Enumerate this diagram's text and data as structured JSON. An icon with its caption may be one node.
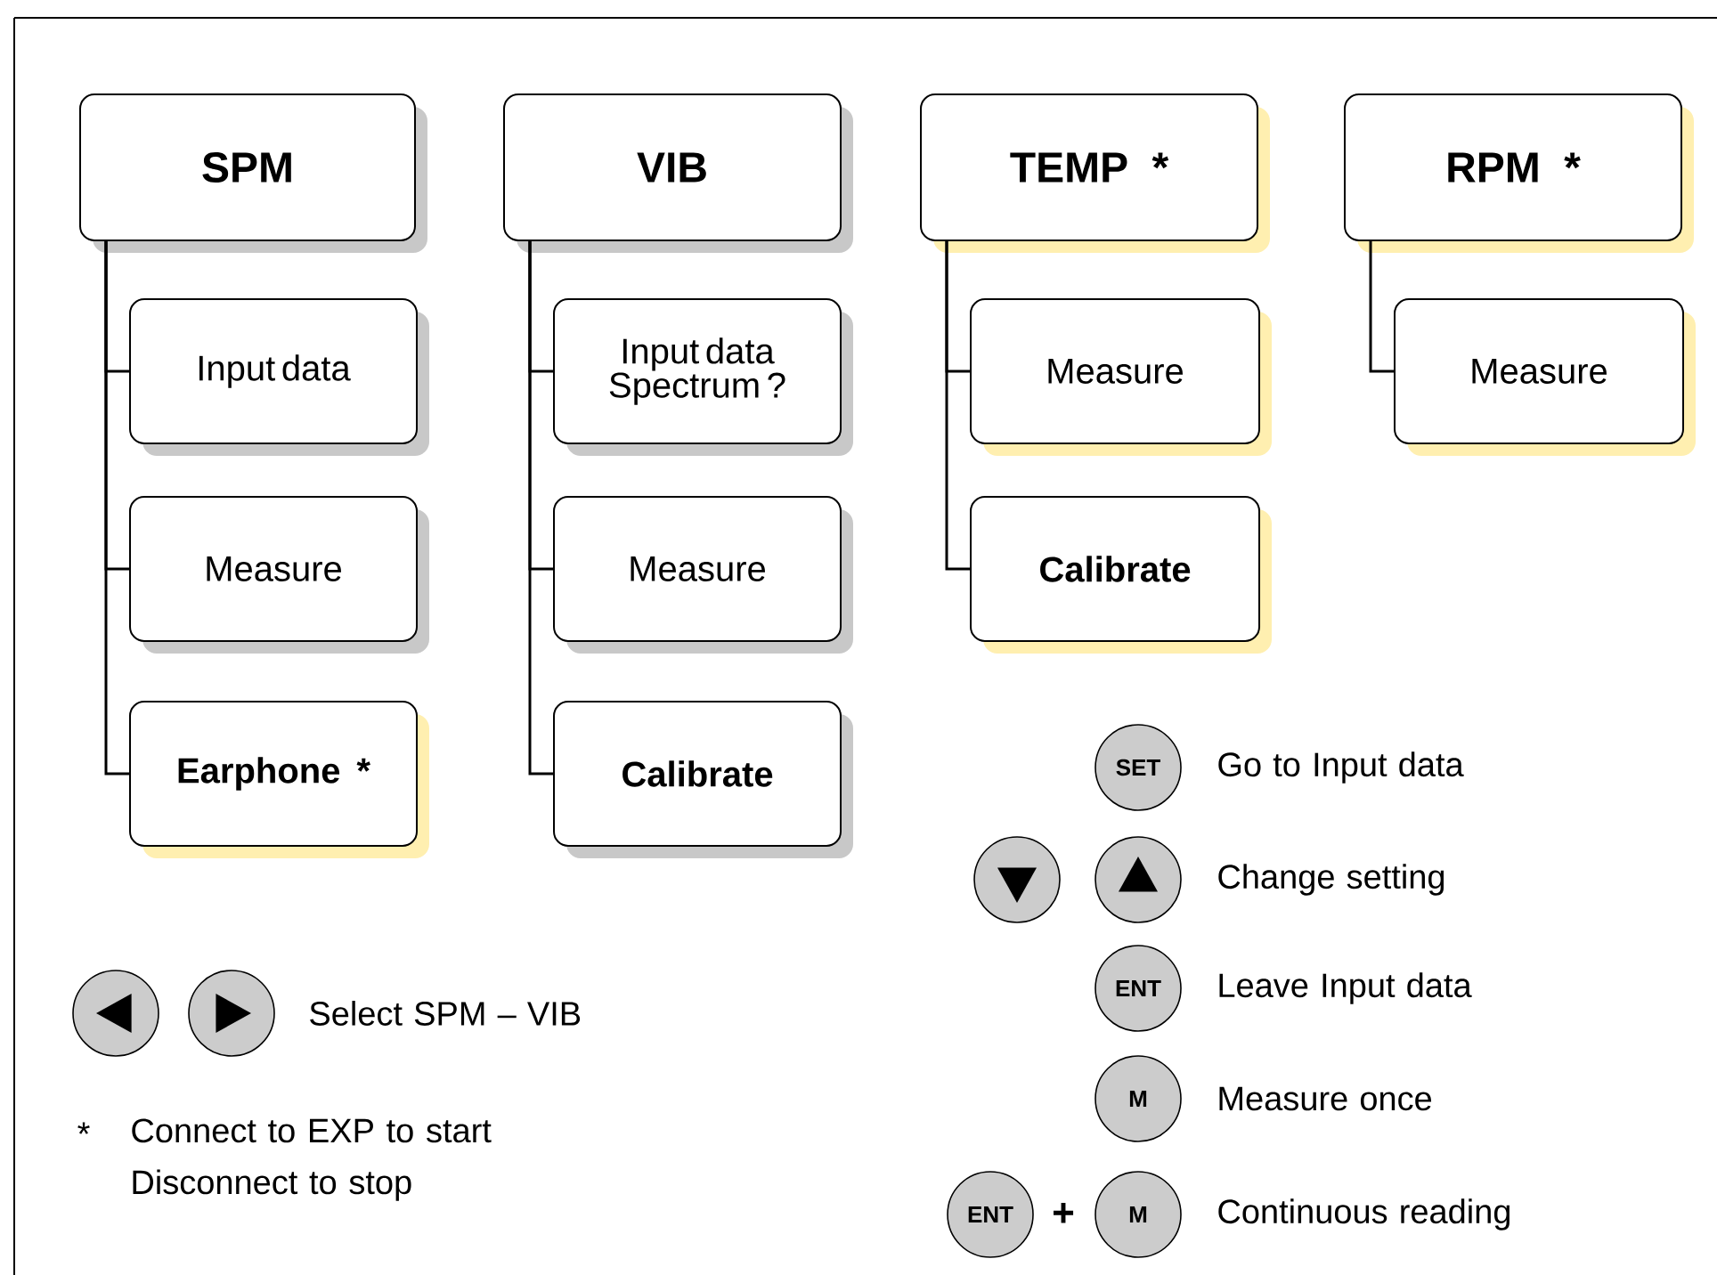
{
  "diagram": {
    "nodes": [
      {
        "text": [
          "SPM"
        ]
      },
      {
        "text": [
          "VIB"
        ]
      },
      {
        "text": [
          "TEMP *"
        ]
      },
      {
        "text": [
          "RPM *"
        ]
      },
      {
        "text": [
          "Input data"
        ]
      },
      {
        "text": [
          "Input data Spectrum ?"
        ]
      },
      {
        "text": [
          "Measure"
        ]
      },
      {
        "text": [
          "Measure"
        ]
      },
      {
        "text": [
          "Measure"
        ]
      },
      {
        "text": [
          "Measure"
        ]
      },
      {
        "text": [
          "Calibrate"
        ]
      },
      {
        "text": [
          "Earphone *"
        ]
      },
      {
        "text": [
          "Calibrate"
        ]
      },
      {
        "text": [
          "SET"
        ],
        "beside": [
          "Go to Input data"
        ]
      },
      {
        "text": [],
        "shape": "circle"
      },
      {
        "text": [],
        "shape": "circle",
        "beside": [
          "Change setting"
        ]
      },
      {
        "text": [
          "ENT"
        ],
        "beside": [
          "Leave Input data"
        ]
      },
      {
        "text": [],
        "shape": "circle"
      },
      {
        "text": [],
        "shape": "circle",
        "beside": [
          "Select SPM – VIB"
        ]
      },
      {
        "text": [
          "M"
        ],
        "beside": [
          "Measure once"
        ]
      },
      {
        "text": [
          "ENT"
        ]
      },
      {
        "text": [
          "M"
        ],
        "beside": [
          "Continuous reading"
        ]
      }
    ],
    "edges": [
      {
        "from": 0,
        "to": 4,
        "arrow": "none"
      },
      {
        "from": 0,
        "to": 8,
        "arrow": "none"
      },
      {
        "from": 0,
        "to": 11,
        "arrow": "none"
      },
      {
        "from": 1,
        "to": 5,
        "arrow": "none"
      },
      {
        "from": 1,
        "to": 9,
        "arrow": "none"
      },
      {
        "from": 1,
        "to": 12,
        "arrow": "none"
      },
      {
        "from": 2,
        "to": 6,
        "arrow": "none"
      },
      {
        "from": 2,
        "to": 10,
        "arrow": "none"
      },
      {
        "from": 3,
        "to": 7,
        "arrow": "none"
      }
    ],
    "labels": [
      "+",
      "*",
      "Connect to EXP to start Disconnect to stop"
    ]
  }
}
